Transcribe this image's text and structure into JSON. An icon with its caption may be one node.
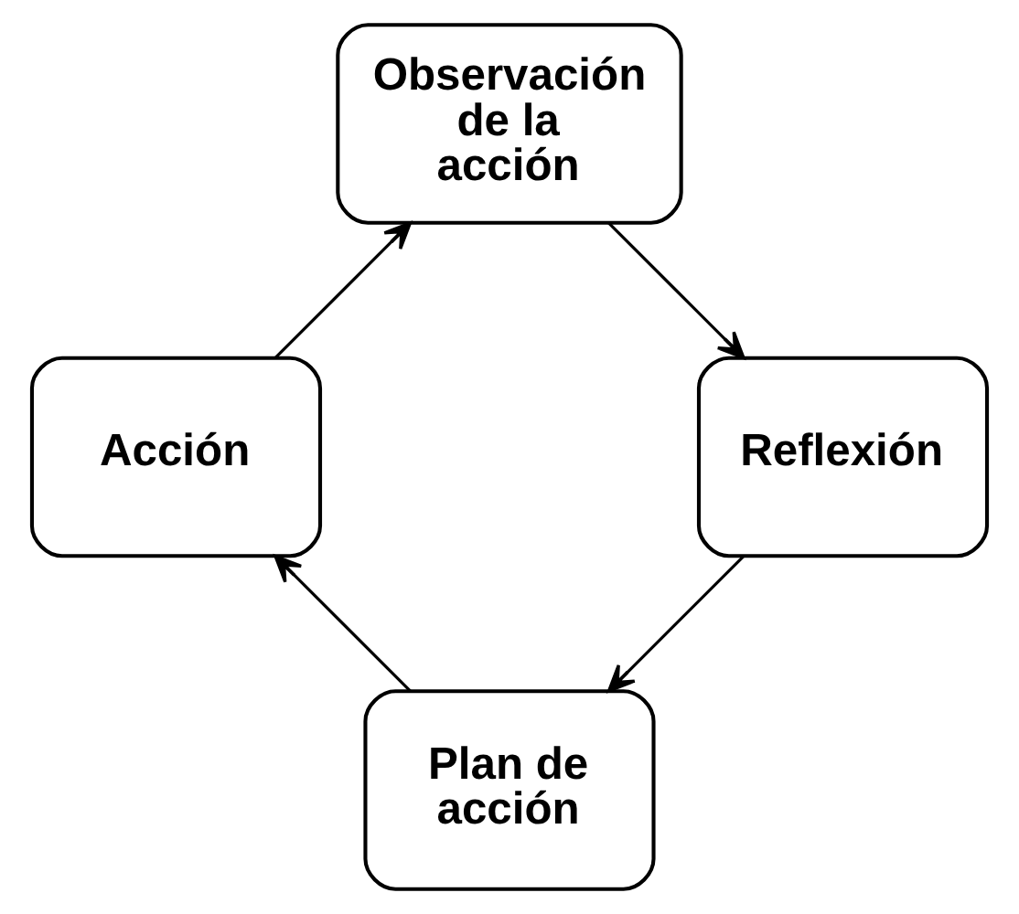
{
  "diagram": {
    "nodes": [
      {
        "text": [
          "Plan de acción"
        ]
      },
      {
        "text": [
          "Acción"
        ]
      },
      {
        "text": [
          "Observación de la acción"
        ]
      },
      {
        "text": [
          "Reflexión"
        ]
      }
    ],
    "edges": [
      {
        "from": 0,
        "to": 1,
        "arrow": "to"
      },
      {
        "from": 1,
        "to": 2,
        "arrow": "to"
      },
      {
        "from": 2,
        "to": 3,
        "arrow": "to"
      },
      {
        "from": 3,
        "to": 0,
        "arrow": "to"
      }
    ]
  }
}
